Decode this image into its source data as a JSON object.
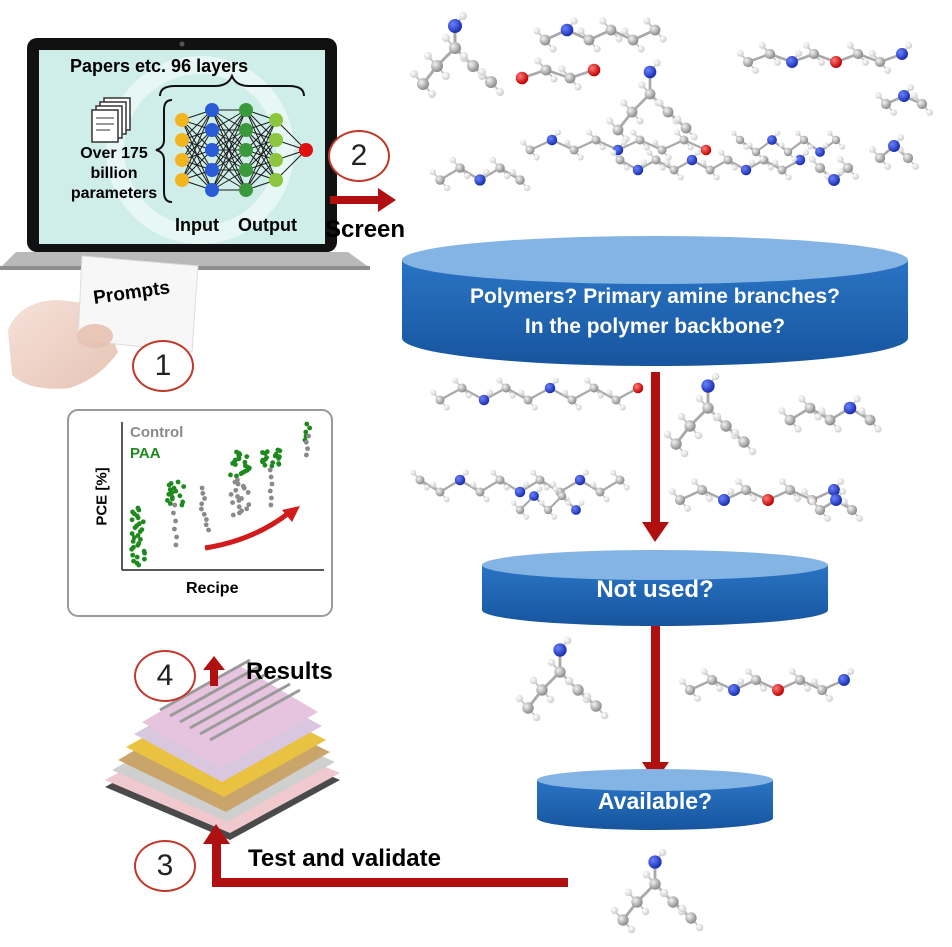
{
  "llm_panel": {
    "header": "Papers etc. 96 layers",
    "params_line1": "Over 175",
    "params_line2": "billion",
    "params_line3": "parameters",
    "input_label": "Input",
    "output_label": "Output"
  },
  "prompts_card": "Prompts",
  "steps": {
    "s1": "1",
    "s2": "2",
    "s3": "3",
    "s4": "4"
  },
  "labels": {
    "screen": "Screen",
    "results": "Results",
    "test_validate": "Test and validate"
  },
  "filters": {
    "f1_line1": "Polymers? Primary amine branches?",
    "f1_line2": "In the polymer backbone?",
    "f2": "Not used?",
    "f3": "Available?"
  },
  "chart_data": {
    "type": "scatter",
    "xlabel": "Recipe",
    "ylabel": "PCE [%]",
    "legend": [
      {
        "name": "Control",
        "color": "#8a8a8a"
      },
      {
        "name": "PAA",
        "color": "#1e8a1e"
      }
    ],
    "legend_placement": "top-left",
    "grid": false
  },
  "colors": {
    "arrow": "#b01010",
    "disk_top": "#7fb2e3",
    "disk_body": "#1f66b8",
    "circle_border": "#c0392b",
    "screen_bg": "#cfeee9"
  }
}
